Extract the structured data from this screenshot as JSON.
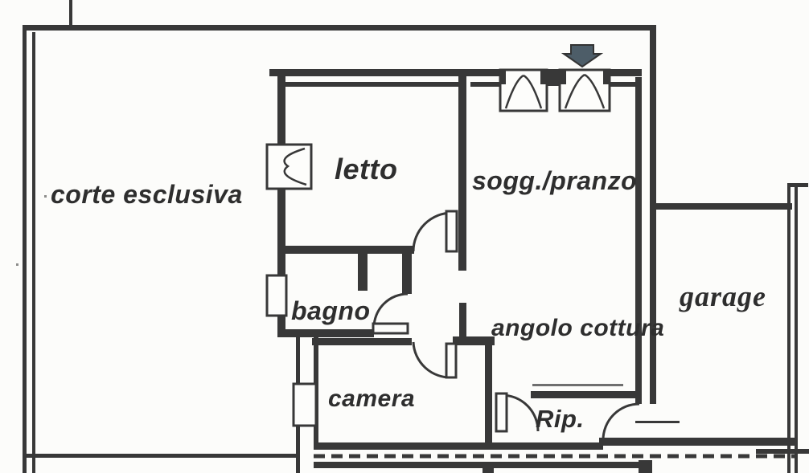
{
  "plan": {
    "kind": "apartment floor plan (scanned)",
    "rooms": {
      "corte": "corte esclusiva",
      "letto": "letto",
      "soggiorno": "sogg./pranzo",
      "bagno": "bagno",
      "angolo": "angolo cottura",
      "camera": "camera",
      "rip": "Rip.",
      "garage": "garage"
    },
    "symbols": {
      "entrance_arrow": "down-arrow at main entrance",
      "doors": [
        "letto-door",
        "bagno-door",
        "camera-door",
        "rip-door",
        "entry-garage-door"
      ],
      "windows": [
        "letto-window",
        "bagno-window",
        "camera-window",
        "sogg-window-1",
        "sogg-window-2"
      ]
    },
    "colors": {
      "ink": "#383838",
      "paper": "#fcfcfa",
      "arrow_fill": "#4d5d68"
    }
  }
}
